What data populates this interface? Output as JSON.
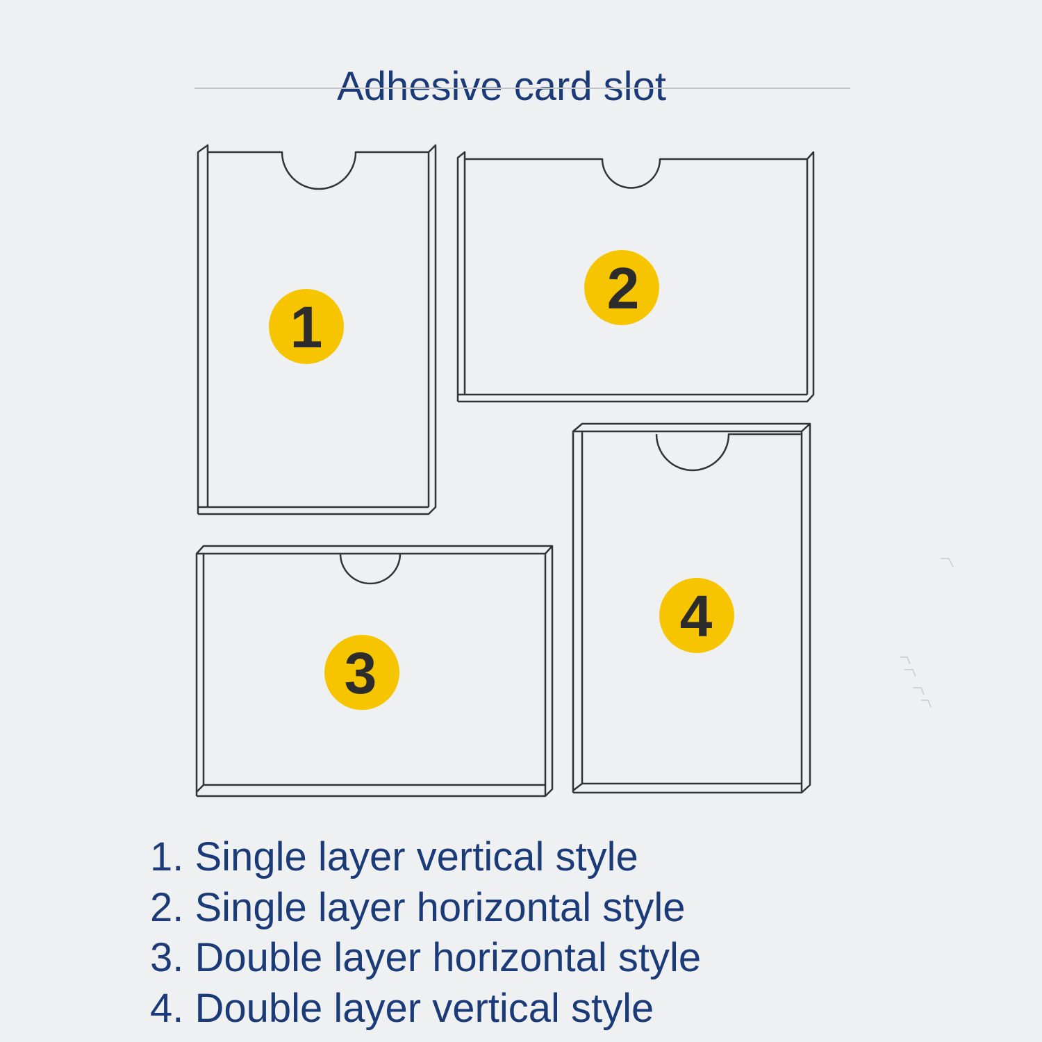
{
  "title": "Adhesive card slot",
  "slots": [
    {
      "badge": "1",
      "orientation": "vertical",
      "layers": "single"
    },
    {
      "badge": "2",
      "orientation": "horizontal",
      "layers": "single"
    },
    {
      "badge": "3",
      "orientation": "horizontal",
      "layers": "double"
    },
    {
      "badge": "4",
      "orientation": "vertical",
      "layers": "double"
    }
  ],
  "legend": [
    "1. Single layer vertical style",
    "2. Single layer horizontal style",
    "3. Double layer horizontal style",
    "4. Double layer vertical style"
  ],
  "colors": {
    "background": "#eff0f2",
    "text": "#1b3a78",
    "badge_fill": "#f7c400",
    "badge_number": "#2c2c2c",
    "outline": "#333333"
  }
}
